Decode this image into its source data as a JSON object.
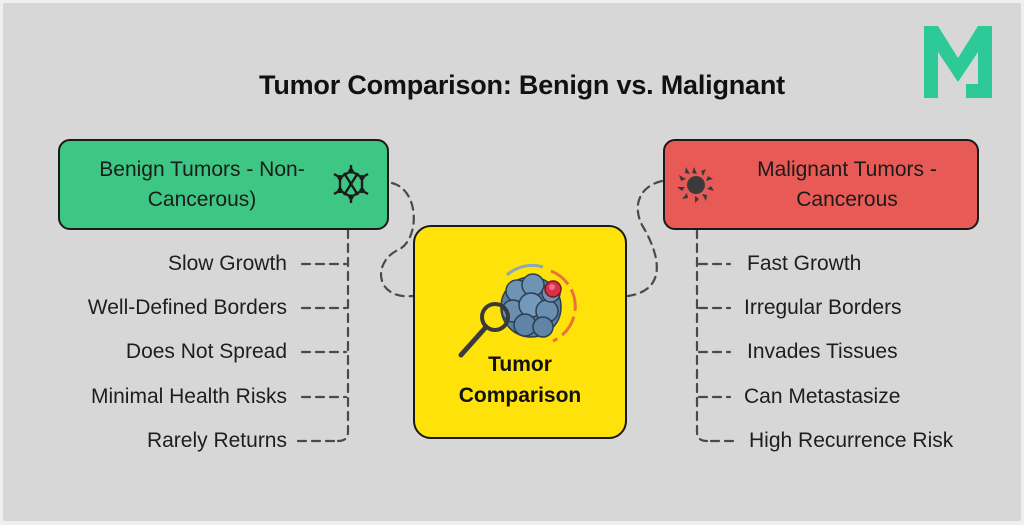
{
  "title": "Tumor Comparison: Benign vs. Malignant",
  "logo": {
    "text": "M",
    "color": "#2dc996"
  },
  "colors": {
    "benign": "#3ec784",
    "malignant": "#e85a55",
    "center": "#ffe20a",
    "background": "#d7d7d7"
  },
  "center": {
    "label_line1": "Tumor",
    "label_line2": "Comparison",
    "icon": "tumor-magnifier-icon"
  },
  "benign": {
    "label": "Benign Tumors - Non-Cancerous)",
    "icon": "molecule-icon",
    "items": [
      "Slow Growth",
      "Well-Defined Borders",
      "Does Not Spread",
      "Minimal Health Risks",
      "Rarely Returns"
    ]
  },
  "malignant": {
    "label": "Malignant Tumors - Cancerous",
    "icon": "cancer-cell-icon",
    "items": [
      "Fast Growth",
      "Irregular Borders",
      "Invades Tissues",
      "Can Metastasize",
      "High Recurrence Risk"
    ]
  }
}
